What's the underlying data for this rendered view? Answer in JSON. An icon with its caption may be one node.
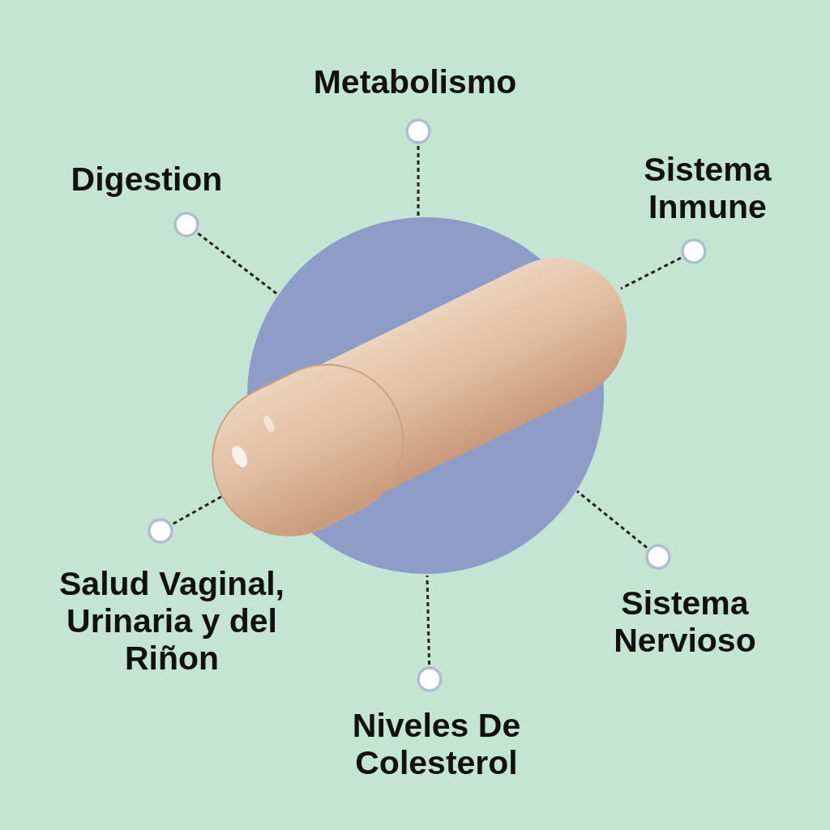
{
  "diagram": {
    "nodes": [
      {
        "text": [
          "Metabolismo"
        ]
      },
      {
        "text": [
          "Digestion"
        ]
      },
      {
        "text": [
          "Sistema Inmune"
        ]
      },
      {
        "text": [
          "Salud Vaginal, Urinaria y del Riñon"
        ]
      },
      {
        "text": [
          "Niveles De Colesterol"
        ]
      },
      {
        "text": [
          "Sistema Nervioso"
        ]
      },
      {
        "text": [],
        "shape": "picture"
      }
    ],
    "edges": [
      {
        "from": 0,
        "to": 6,
        "arrow": "other",
        "style": "dashed"
      },
      {
        "from": 1,
        "to": 6,
        "arrow": "other",
        "style": "dashed"
      },
      {
        "from": 2,
        "to": 6,
        "arrow": "other",
        "style": "dashed"
      },
      {
        "from": 3,
        "to": 6,
        "arrow": "other",
        "style": "dashed"
      },
      {
        "from": 4,
        "to": 6,
        "arrow": "other",
        "style": "dashed"
      },
      {
        "from": 5,
        "to": 6,
        "arrow": "other",
        "style": "dashed"
      }
    ]
  }
}
